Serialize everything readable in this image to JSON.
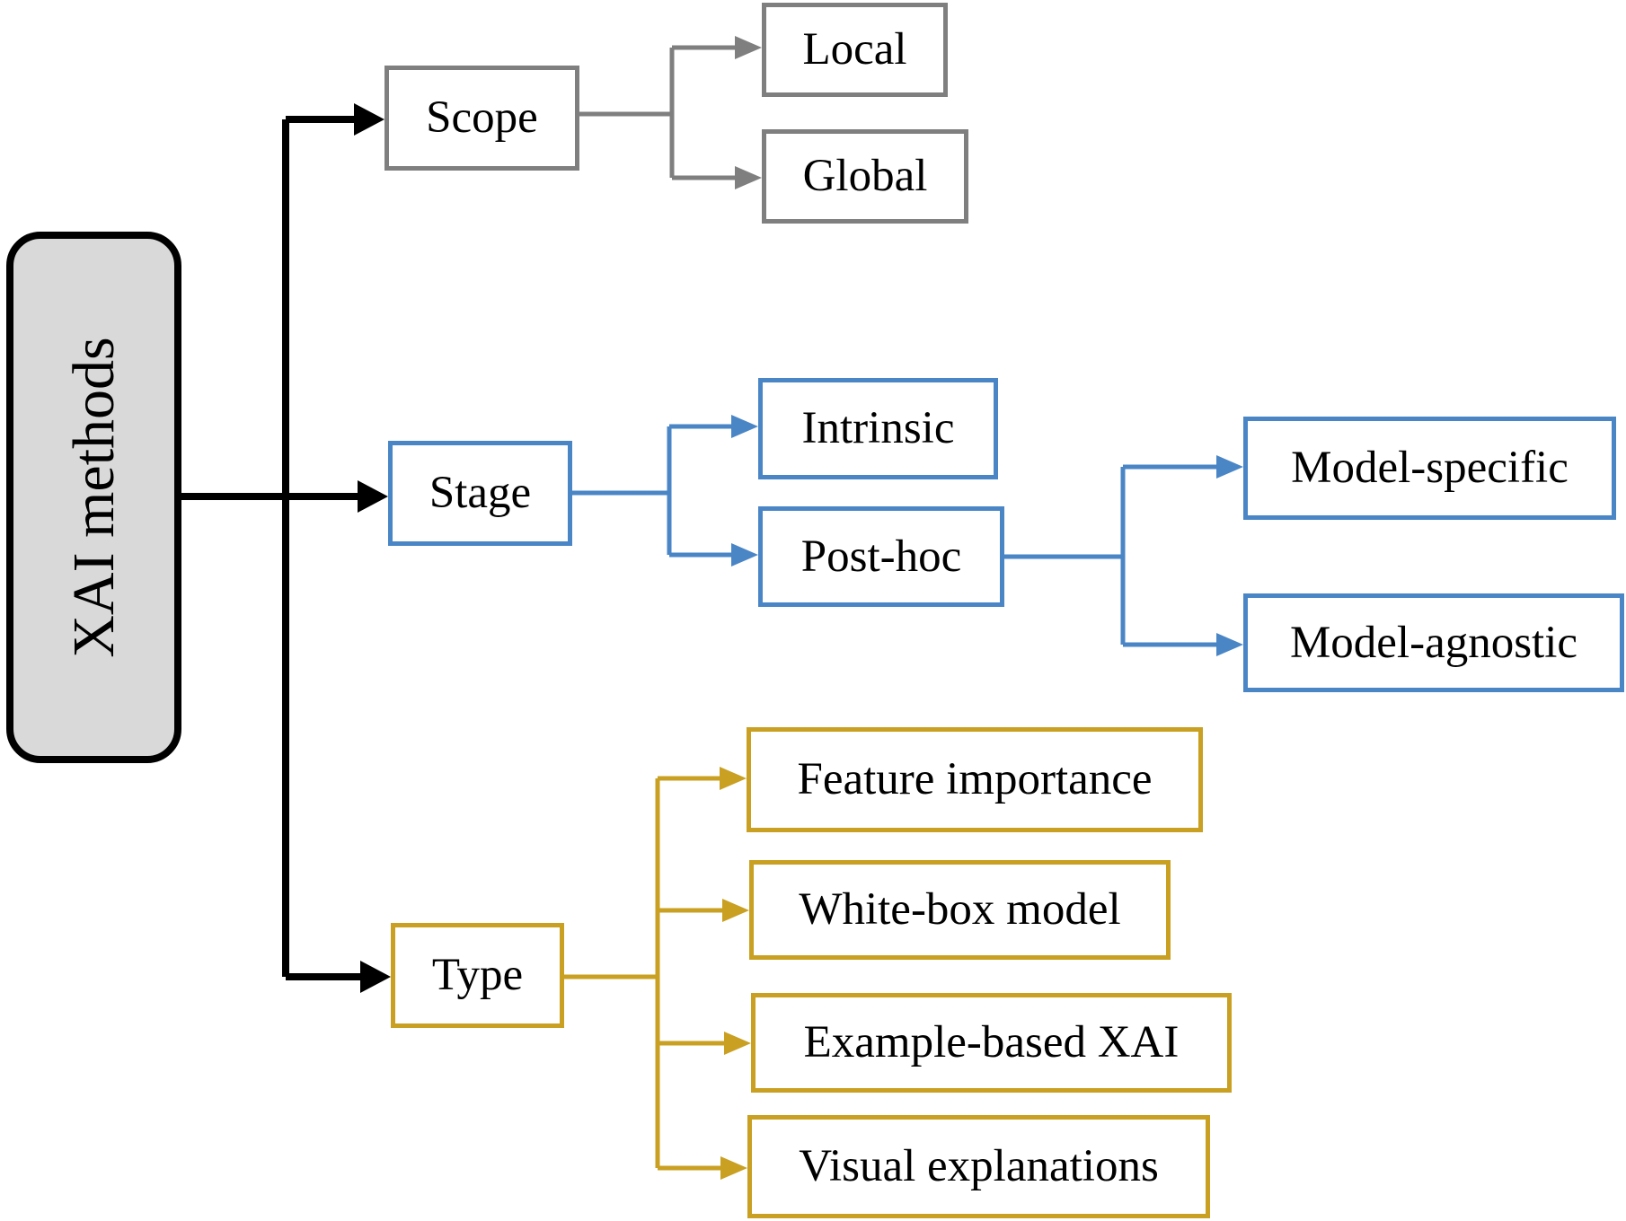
{
  "root": {
    "label": "XAI methods"
  },
  "categories": [
    {
      "id": "scope",
      "label": "Scope",
      "color": "#7f7f7f",
      "children": [
        {
          "label": "Local"
        },
        {
          "label": "Global"
        }
      ]
    },
    {
      "id": "stage",
      "label": "Stage",
      "color": "#4a86c6",
      "children": [
        {
          "label": "Intrinsic"
        },
        {
          "label": "Post-hoc",
          "children": [
            {
              "label": "Model-specific"
            },
            {
              "label": "Model-agnostic"
            }
          ]
        }
      ]
    },
    {
      "id": "type",
      "label": "Type",
      "color": "#c9a022",
      "children": [
        {
          "label": "Feature importance"
        },
        {
          "label": "White-box model"
        },
        {
          "label": "Example-based XAI"
        },
        {
          "label": "Visual explanations"
        }
      ]
    }
  ],
  "connector_color": "#000000"
}
